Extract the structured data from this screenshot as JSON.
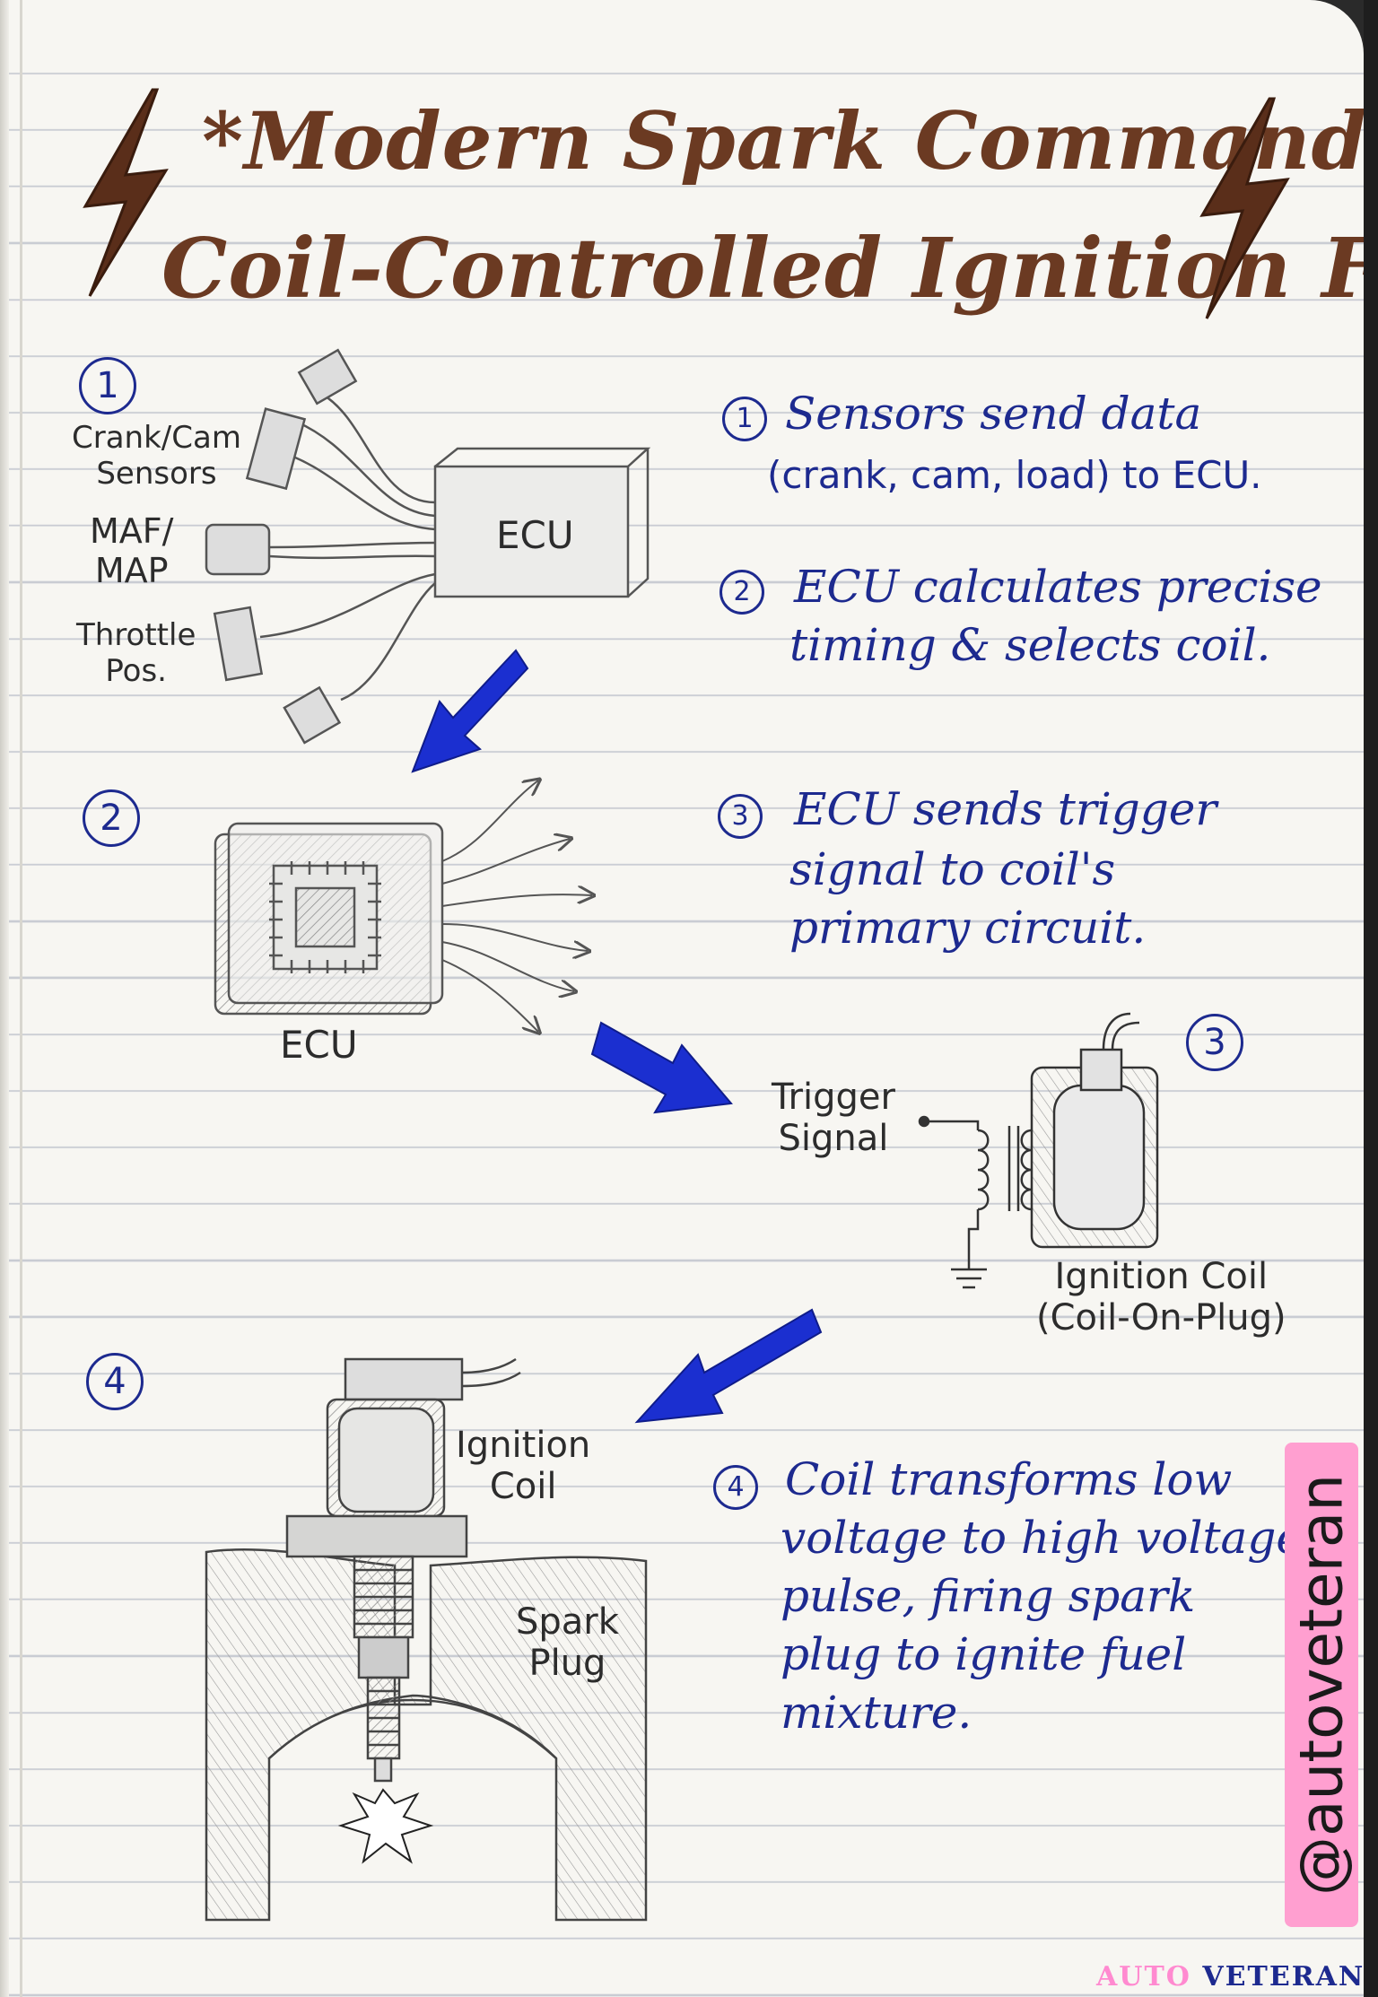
{
  "title": {
    "line1": "*Modern Spark Command:",
    "line2": "Coil-Controlled Ignition Flow*"
  },
  "steps": [
    {
      "number": "1",
      "line1": "Sensors send data",
      "line2": "(crank, cam, load) to ECU."
    },
    {
      "number": "2",
      "line1": "ECU calculates precise",
      "line2": "timing & selects coil."
    },
    {
      "number": "3",
      "line1": "ECU sends trigger",
      "line2": "signal to coil's",
      "line3": "primary circuit."
    },
    {
      "number": "4",
      "line1": "Coil transforms low",
      "line2": "voltage to high voltage",
      "line3": "pulse, firing spark",
      "line4": "plug to ignite fuel",
      "line5": "mixture."
    }
  ],
  "diagram_labels": {
    "crank_cam_1": "Crank/Cam",
    "crank_cam_2": "Sensors",
    "maf_1": "MAF/",
    "maf_2": "MAP",
    "throttle_1": "Throttle",
    "throttle_2": "Pos.",
    "ecu_box": "ECU",
    "ecu_chip": "ECU",
    "trigger_1": "Trigger",
    "trigger_2": "Signal",
    "coil_1": "Ignition Coil",
    "coil_2": "(Coil-On-Plug)",
    "plug_coil_1": "Ignition",
    "plug_coil_2": "Coil",
    "spark_1": "Spark",
    "spark_2": "Plug"
  },
  "badge": "@autoveteran",
  "footer": {
    "word1": "AUTO",
    "word2": "VETERAN"
  },
  "colors": {
    "title": "#6b3a22",
    "ink_blue": "#1d2a8f",
    "arrow_blue": "#1b2fd0",
    "pencil": "#555555",
    "badge_pink": "#ff9fd0"
  },
  "icons": [
    "lightning-bolt-icon",
    "microchip-icon",
    "ground-symbol-icon",
    "spark-icon"
  ]
}
